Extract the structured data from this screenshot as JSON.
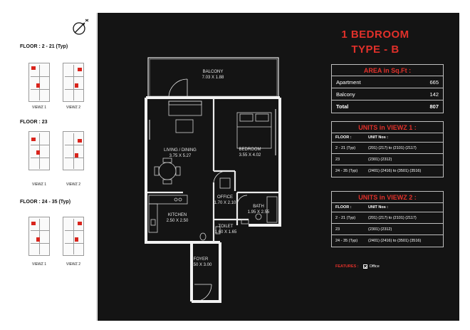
{
  "colors": {
    "accent": "#e0302a",
    "dark_bg": "#141414",
    "marker_red": "#d9241c"
  },
  "left": {
    "compass_icon": "north-arrow-icon",
    "floors": [
      {
        "title": "FLOOR : 2 - 21 (Typ)",
        "views": [
          "VIEWZ 1",
          "VIEWZ 2"
        ]
      },
      {
        "title": "FLOOR : 23",
        "views": [
          "VIEWZ 1",
          "VIEWZ 2"
        ]
      },
      {
        "title": "FLOOR : 24 - 35 (Typ)",
        "views": [
          "VIEWZ 1",
          "VIEWZ 2"
        ]
      }
    ]
  },
  "plan": {
    "rooms": [
      {
        "name": "BALCONY",
        "size": "7.03 X 1.88"
      },
      {
        "name": "LIVING / DINING",
        "size": "3.75 X 5.27"
      },
      {
        "name": "BEDROOM",
        "size": "3.55 X 4.02"
      },
      {
        "name": "OFFICE",
        "size": "1.70 X 2.10"
      },
      {
        "name": "BATH",
        "size": "1.95 X 2.55"
      },
      {
        "name": "KITCHEN",
        "size": "2.50 X 2.50"
      },
      {
        "name": "TOILET",
        "size": "1.60 X 1.65"
      },
      {
        "name": "FOYER",
        "size": "1.50 X 3.00"
      }
    ]
  },
  "right": {
    "title_line1": "1 BEDROOM",
    "title_line2": "TYPE - B",
    "area": {
      "heading": "AREA in Sq.Ft :",
      "rows": [
        {
          "label": "Apartment",
          "value": "665"
        },
        {
          "label": "Balcony",
          "value": "142"
        },
        {
          "label": "Total",
          "value": "807"
        }
      ]
    },
    "viewz1": {
      "heading": "UNITS in VIEWZ 1 :",
      "col_floor": "FLOOR :",
      "col_units": "UNIT Nos :",
      "rows": [
        {
          "floor": "2 - 21 (Typ)",
          "units": "(201) (217) to (2101) (2117)"
        },
        {
          "floor": "23",
          "units": "(2301) (2312)"
        },
        {
          "floor": "24 - 35 (Typ)",
          "units": "(2401) (2416) to (3501) (3516)"
        }
      ]
    },
    "viewz2": {
      "heading": "UNITS in VIEWZ 2 :",
      "col_floor": "FLOOR :",
      "col_units": "UNIT Nos :",
      "rows": [
        {
          "floor": "2 - 21 (Typ)",
          "units": "(201) (217) to (2101) (2117)"
        },
        {
          "floor": "23",
          "units": "(2301) (2312)"
        },
        {
          "floor": "24 - 35 (Typ)",
          "units": "(2401) (2416) to (3501) (3516)"
        }
      ]
    },
    "features": {
      "label": "FEATURES :",
      "value": "Office"
    }
  }
}
